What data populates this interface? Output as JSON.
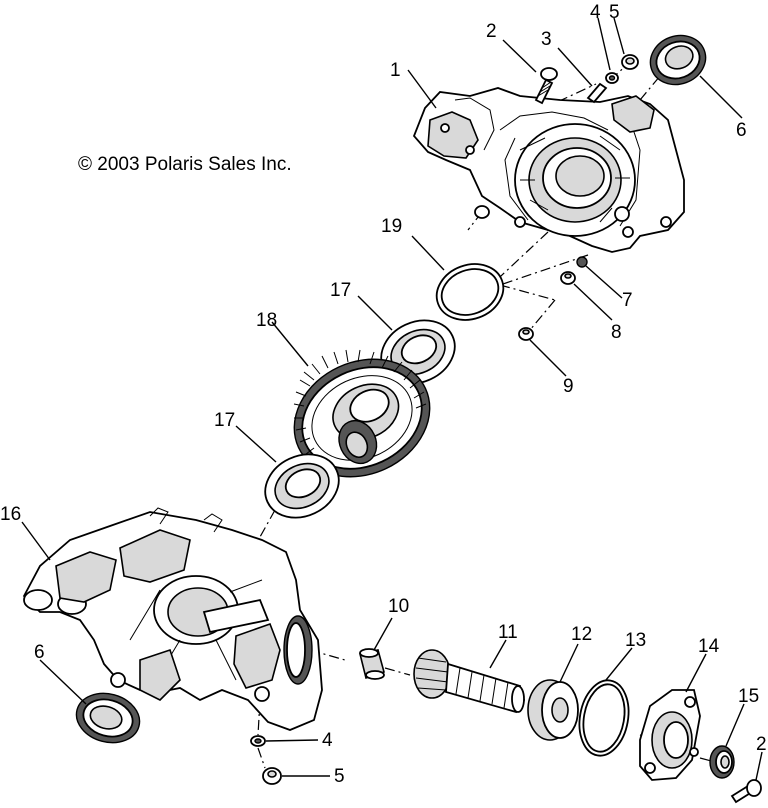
{
  "copyright": "© 2003 Polaris Sales Inc.",
  "callouts": {
    "c1": "1",
    "c2a": "2",
    "c3": "3",
    "c4a": "4",
    "c5a": "5",
    "c6a": "6",
    "c19": "19",
    "c17a": "17",
    "c7": "7",
    "c8": "8",
    "c18": "18",
    "c9": "9",
    "c17b": "17",
    "c16": "16",
    "c10": "10",
    "c11": "11",
    "c12": "12",
    "c13": "13",
    "c14": "14",
    "c6b": "6",
    "c15": "15",
    "c2b": "2",
    "c4b": "4",
    "c5b": "5"
  }
}
